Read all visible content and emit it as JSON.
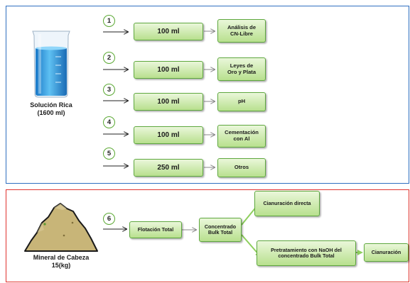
{
  "sections": {
    "top": {
      "source_label_line1": "Solución Rica",
      "source_label_line2": "(1600 ml)",
      "rows": [
        {
          "number": "1",
          "volume": "100 ml",
          "destination_line1": "Análisis de",
          "destination_line2": "CN-Libre"
        },
        {
          "number": "2",
          "volume": "100 ml",
          "destination_line1": "Leyes de",
          "destination_line2": "Oro y Plata"
        },
        {
          "number": "3",
          "volume": "100 ml",
          "destination_line1": "pH",
          "destination_line2": ""
        },
        {
          "number": "4",
          "volume": "100 ml",
          "destination_line1": "Cementación",
          "destination_line2": "con Al"
        },
        {
          "number": "5",
          "volume": "250 ml",
          "destination_line1": "Otros",
          "destination_line2": ""
        }
      ]
    },
    "bottom": {
      "source_label_line1": "Mineral de Cabeza",
      "source_label_line2": "15(kg)",
      "step_number": "6",
      "flotation": "Flotación Total",
      "concentrate_line1": "Concentrado",
      "concentrate_line2": "Bulk Total",
      "direct": "Cianuración directa",
      "pretreatment_line1": "Pretratamiento con NaOH del",
      "pretreatment_line2": "concentrado Bulk Total",
      "final": "Cianuración"
    }
  },
  "colors": {
    "top_border": "#2f6fc0",
    "bottom_border": "#e0322e",
    "box_fill": "#b8e08e",
    "circle_stroke": "#5aa832"
  },
  "icons": [
    "beaker-icon",
    "rock-pile-icon"
  ]
}
